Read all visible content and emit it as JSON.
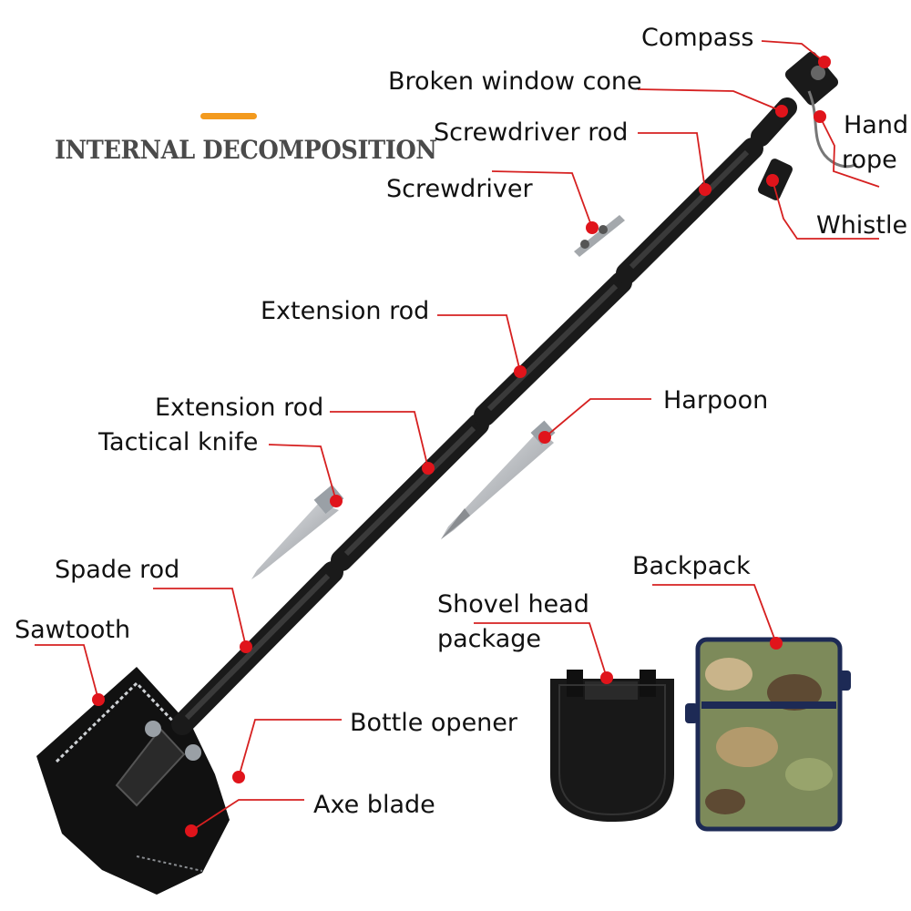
{
  "title": "INTERNAL DECOMPOSITION",
  "colors": {
    "accent_bar": "#f39a1e",
    "leader_line": "#d62020",
    "marker_dot": "#e0141b",
    "shaft": "#1a1a1a",
    "blade": "#b9bcc0",
    "camo_green": "#7d8a5a"
  },
  "labels": {
    "compass": "Compass",
    "broken_window_cone": "Broken window cone",
    "hand_rope_line1": "Hand",
    "hand_rope_line2": "rope",
    "screwdriver_rod": "Screwdriver rod",
    "screwdriver": "Screwdriver",
    "whistle": "Whistle",
    "extension_rod_upper": "Extension rod",
    "harpoon": "Harpoon",
    "extension_rod_lower": "Extension rod",
    "tactical_knife": "Tactical knife",
    "spade_rod": "Spade rod",
    "backpack": "Backpack",
    "shovel_head_package_line1": "Shovel head",
    "shovel_head_package_line2": "package",
    "sawtooth": "Sawtooth",
    "bottle_opener": "Bottle opener",
    "axe_blade": "Axe blade"
  }
}
